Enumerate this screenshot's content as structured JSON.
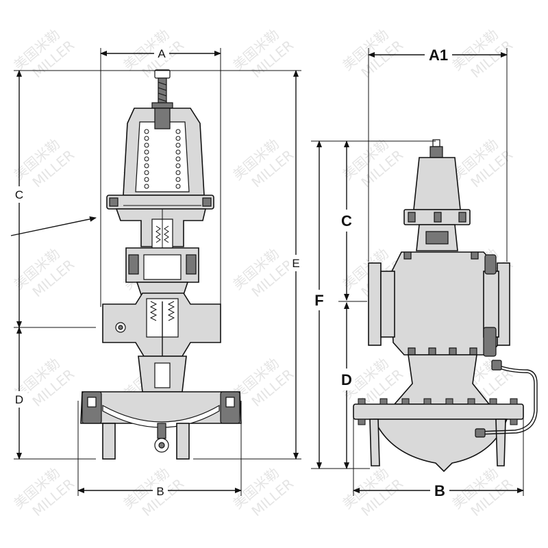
{
  "watermark": {
    "text_cn": "美国米勒",
    "text_en": "MILLER"
  },
  "dimensions": {
    "left": {
      "A": "A",
      "B": "B",
      "C": "C",
      "D": "D",
      "E": "E"
    },
    "right": {
      "A1": "A1",
      "B": "B",
      "C": "C",
      "D": "D",
      "F": "F"
    }
  }
}
